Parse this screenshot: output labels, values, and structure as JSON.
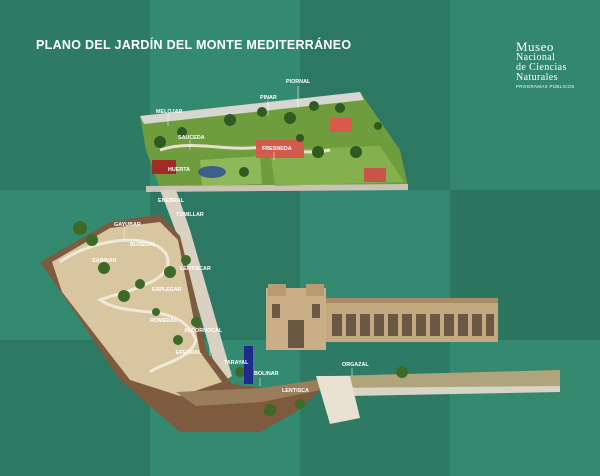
{
  "title": "PLANO DEL JARDÍN DEL MONTE MEDITERRÁNEO",
  "logo": {
    "line1": "Museo",
    "line2": "Nacional",
    "line3": "de Ciencias",
    "line4": "Naturales",
    "line5": "PROGRAMAS PÚBLICOS"
  },
  "labels": {
    "piornal": "PIORNAL",
    "pinar": "PINAR",
    "melojar": "MELOJAR",
    "sauceda": "SAUCEDA",
    "fresneda": "FRESNEDA",
    "huerta": "HUERTA",
    "enebral": "ENEBRAL",
    "tomillar": "TOMILLAR",
    "gayubar": "GAYUBAR",
    "buxedal": "BUXEDAL",
    "sabinar": "SABINAR",
    "lentiscar": "LENTISCAR",
    "esplegar": "ESPLEGAR",
    "romeral": "ROMERAL",
    "alcornocal": "ALCORNOCAL",
    "efedral": "EFEDRAL",
    "tarayal": "TARAYAL",
    "bolinar": "BOLINAR",
    "orgazal": "ORGAZAL",
    "lentisca": "LENTISCA"
  }
}
